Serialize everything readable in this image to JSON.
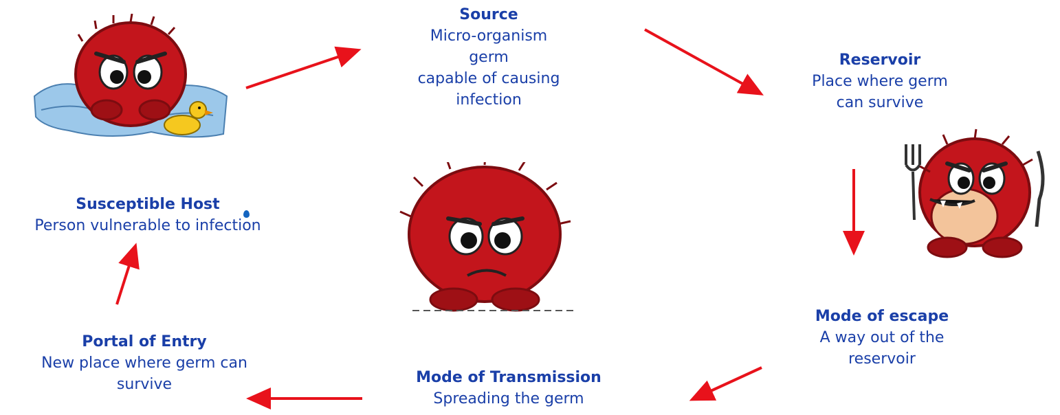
{
  "nodes": {
    "source": {
      "title": "Source",
      "lines": [
        "Micro-organism",
        "germ",
        "capable of causing",
        "infection"
      ]
    },
    "reservoir": {
      "title": "Reservoir",
      "lines": [
        "Place where germ",
        "can survive"
      ]
    },
    "mode_of_escape": {
      "title": "Mode of escape",
      "lines": [
        "A way out of the",
        "reservoir"
      ]
    },
    "mode_of_transmission": {
      "title": "Mode of Transmission",
      "lines": [
        "Spreading the germ"
      ]
    },
    "portal_of_entry": {
      "title": "Portal of Entry",
      "lines": [
        "New place where germ can",
        "survive"
      ]
    },
    "susceptible_host": {
      "title": "Susceptible Host",
      "lines": [
        "Person vulnerable to infection"
      ]
    }
  },
  "colors": {
    "text": "#1a3fa8",
    "arrow": "#e8121b",
    "germ": "#c3151c",
    "germ_dark": "#7c0c10",
    "water": "#9cc8ea",
    "duck": "#f5c81f"
  },
  "illustrations": [
    "germ-in-water-with-duck",
    "germ-with-fork-and-knife",
    "sad-germ"
  ]
}
